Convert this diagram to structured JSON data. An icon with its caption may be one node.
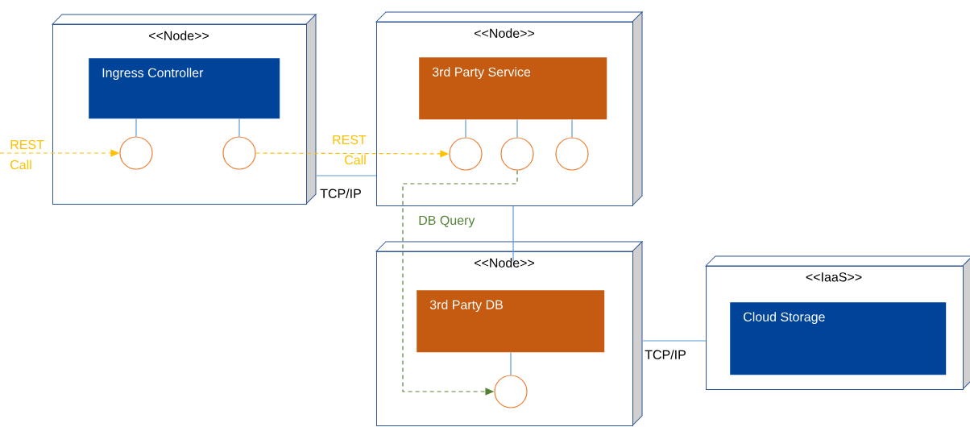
{
  "diagram": {
    "nodes": [
      {
        "text": [
          "<<Node>>"
        ]
      },
      {
        "text": [
          "Ingress Controller"
        ],
        "in": 0
      },
      {
        "text": [],
        "shape": "circle",
        "in": 0
      },
      {
        "text": [],
        "shape": "circle",
        "in": 0
      },
      {
        "text": [
          "<<Node>>"
        ]
      },
      {
        "text": [
          "3rd Party Service"
        ],
        "in": 4
      },
      {
        "text": [],
        "shape": "circle",
        "in": 4
      },
      {
        "text": [],
        "shape": "circle",
        "in": 4
      },
      {
        "text": [],
        "shape": "circle",
        "in": 4
      },
      {
        "text": [
          "<<Node>>"
        ]
      },
      {
        "text": [
          "3rd Party DB"
        ],
        "in": 9
      },
      {
        "text": [],
        "shape": "circle",
        "in": 9
      },
      {
        "text": [
          "<<IaaS>>"
        ]
      },
      {
        "text": [
          "Cloud Storage"
        ],
        "in": 12
      }
    ],
    "edges": [
      {
        "from": null,
        "to": 2,
        "arrow": "to",
        "label": "REST Call",
        "style": "dashed",
        "color": "#ffc000"
      },
      {
        "from": 3,
        "to": 6,
        "arrow": "to",
        "label": "REST Call",
        "style": "dashed",
        "color": "#ffc000"
      },
      {
        "from": 1,
        "to": 2,
        "arrow": "none"
      },
      {
        "from": 1,
        "to": 3,
        "arrow": "none"
      },
      {
        "from": 5,
        "to": 6,
        "arrow": "none"
      },
      {
        "from": 5,
        "to": 7,
        "arrow": "none"
      },
      {
        "from": 5,
        "to": 8,
        "arrow": "none"
      },
      {
        "from": 0,
        "to": 4,
        "arrow": "none",
        "label": "TCP/IP"
      },
      {
        "from": 4,
        "to": 9,
        "arrow": "none"
      },
      {
        "from": 7,
        "to": 11,
        "arrow": "to",
        "label": "DB Query",
        "style": "dashed",
        "color": "#548235"
      },
      {
        "from": 10,
        "to": 11,
        "arrow": "none"
      },
      {
        "from": 9,
        "to": 12,
        "arrow": "none",
        "label": "TCP/IP"
      }
    ]
  }
}
